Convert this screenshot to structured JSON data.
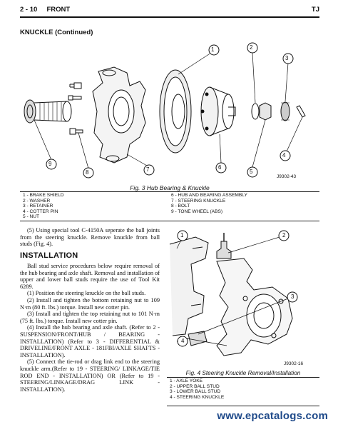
{
  "header": {
    "page": "2 - 10",
    "section": "FRONT",
    "model": "TJ"
  },
  "section_title": "KNUCKLE (Continued)",
  "figure3": {
    "callouts": [
      "1",
      "2",
      "3",
      "4",
      "5",
      "6",
      "7",
      "8",
      "9"
    ],
    "code": "J9302-43",
    "caption": "Fig. 3 Hub Bearing & Knuckle",
    "legend_left": [
      "1 - BRAKE SHIELD",
      "2 - WASHER",
      "3 - RETAINER",
      "4 - COTTER PIN",
      "5 - NUT"
    ],
    "legend_right": [
      "6 - HUB AND BEARING ASSEMBLY",
      "7 - STEERING KNUCKLE",
      "8 - BOLT",
      "9 - TONE WHEEL (ABS)"
    ]
  },
  "body": {
    "step5": "(5) Using special tool C-4150A seperate the ball joints from the steering knuckle. Remove knuckle from ball studs (Fig. 4).",
    "installation_heading": "INSTALLATION",
    "intro": "Ball stud service procedures below require removal of the hub bearing and axle shaft. Removal and installation of upper and lower ball studs require the use of Tool Kit 6289.",
    "steps": [
      "(1) Position the steering knuckle on the ball studs.",
      "(2) Install and tighten the bottom retaining nut to 109 N·m (80 ft. lbs.) torque. Install new cotter pin.",
      "(3) Install and tighten the top retaining nut to 101 N·m (75 ft. lbs.) torque. Install new cotter pin.",
      "(4) Install the hub bearing and axle shaft. (Refer to 2 - SUSPENSION/FRONT/HUB / BEARING - INSTALLATION) (Refer to 3 - DIFFERENTIAL & DRIVELINE/FRONT AXLE - 181FBI/AXLE SHAFTS - INSTALLATION).",
      "(5) Connect the tie-rod or drag link end to the steering knuckle arm.(Refer to 19 - STEERING/ LINKAGE/TIE ROD END - INSTALLATION) OR (Refer to 19 - STEERING/LINKAGE/DRAG LINK - INSTALLATION)."
    ]
  },
  "figure4": {
    "callouts": [
      "1",
      "2",
      "3",
      "4"
    ],
    "code": "J9302-16",
    "caption": "Fig. 4 Steering Knuckle Removal/Installation",
    "legend": [
      "1 - AXLE YOKE",
      "2 - UPPER BALL STUD",
      "3 - LOWER BALL STUD",
      "4 - STEERING KNUCKLE"
    ]
  },
  "watermark": "www.epcatalogs.com"
}
